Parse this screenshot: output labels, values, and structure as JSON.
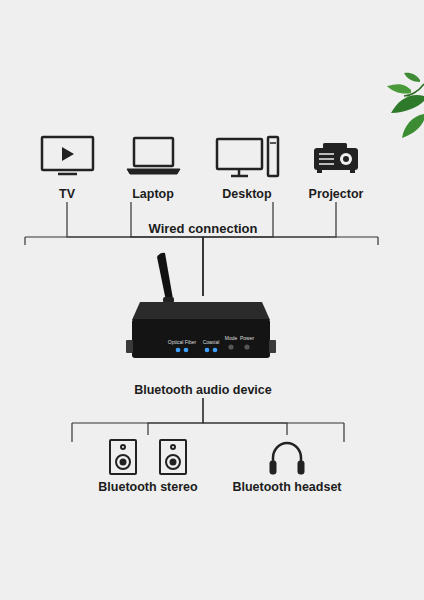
{
  "diagram": {
    "nodes": [
      {
        "text": [
          "TV"
        ]
      },
      {
        "text": [
          "Laptop"
        ]
      },
      {
        "text": [
          "Desktop"
        ]
      },
      {
        "text": [
          "Projector"
        ]
      },
      {
        "text": [
          "Bluetooth audio device"
        ]
      },
      {
        "text": [
          "Bluetooth stereo"
        ]
      },
      {
        "text": [
          "Bluetooth headset"
        ]
      }
    ],
    "edges": [
      {
        "from": 0,
        "to": 4,
        "arrow": "none"
      },
      {
        "from": 1,
        "to": 4,
        "arrow": "none"
      },
      {
        "from": 2,
        "to": 4,
        "arrow": "none"
      },
      {
        "from": 3,
        "to": 4,
        "arrow": "none"
      },
      {
        "from": 4,
        "to": 5,
        "arrow": "none"
      },
      {
        "from": 4,
        "to": 6,
        "arrow": "none"
      }
    ],
    "labels": [
      "Wired connection",
      "Optical Fiber",
      "Coaxial",
      "Mode",
      "Power"
    ]
  }
}
